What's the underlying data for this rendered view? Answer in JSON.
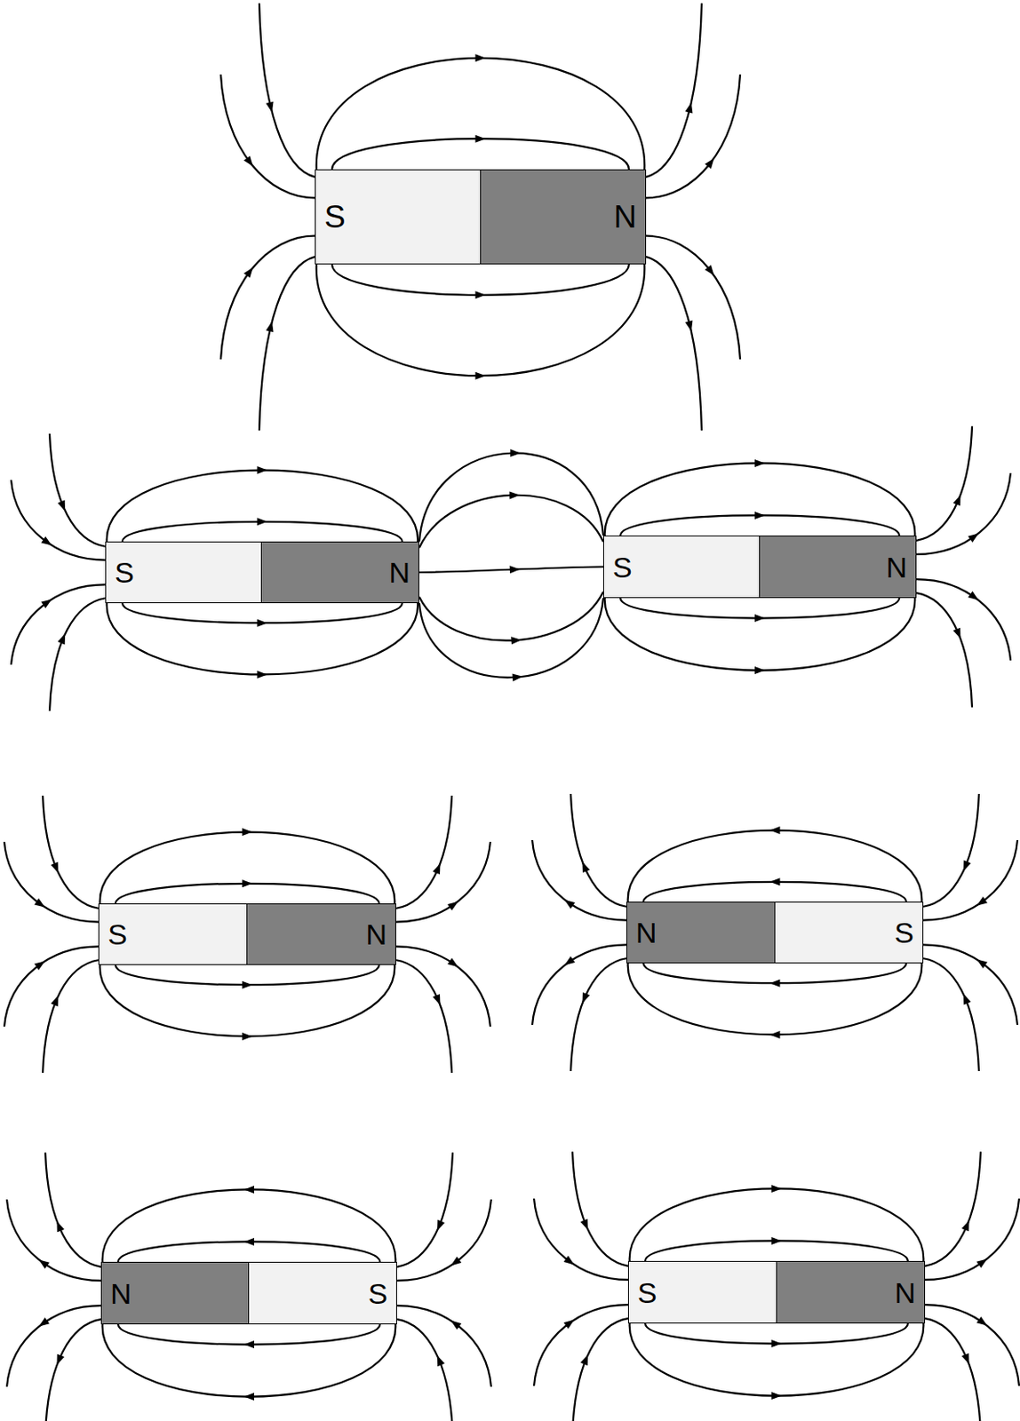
{
  "diagram": {
    "nodes": [
      {
        "text": [
          "S"
        ]
      },
      {
        "text": [
          "N"
        ]
      },
      {
        "text": [
          "S"
        ]
      },
      {
        "text": [
          "N"
        ]
      },
      {
        "text": [
          "S"
        ]
      },
      {
        "text": [
          "N"
        ]
      },
      {
        "text": [
          "S"
        ]
      },
      {
        "text": [
          "N"
        ]
      },
      {
        "text": [
          "N"
        ]
      },
      {
        "text": [
          "S"
        ]
      },
      {
        "text": [
          "N"
        ]
      },
      {
        "text": [
          "S"
        ]
      },
      {
        "text": [
          "S"
        ]
      },
      {
        "text": [
          "N"
        ]
      }
    ],
    "edges": [
      {
        "from": 3,
        "to": 4,
        "arrow": "to"
      },
      {
        "from": 3,
        "to": 4,
        "arrow": "to"
      },
      {
        "from": 3,
        "to": 4,
        "arrow": "to"
      },
      {
        "from": 3,
        "to": 4,
        "arrow": "to"
      },
      {
        "from": 3,
        "to": 4,
        "arrow": "to"
      }
    ]
  }
}
